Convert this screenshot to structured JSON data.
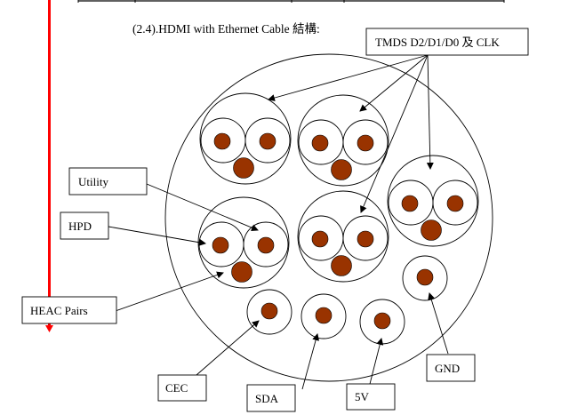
{
  "heading": "(2.4).HDMI with Ethernet Cable 結構:",
  "colors": {
    "conductor": "#993300",
    "outline": "#000000",
    "margin_line": "#ff0000"
  },
  "labels": {
    "tmds": "TMDS D2/D1/D0 及 CLK",
    "utility": "Utility",
    "hpd": "HPD",
    "heac_pairs": "HEAC Pairs",
    "cec": "CEC",
    "sda": "SDA",
    "five_v": "5V",
    "gnd": "GND"
  },
  "cable": {
    "name": "HDMI with Ethernet Cable",
    "shielded_pair_bundles": [
      {
        "id": "tmds-1",
        "group": "TMDS D2/D1/D0 及 CLK"
      },
      {
        "id": "tmds-2",
        "group": "TMDS D2/D1/D0 及 CLK"
      },
      {
        "id": "tmds-3",
        "group": "TMDS D2/D1/D0 及 CLK"
      },
      {
        "id": "tmds-4",
        "group": "TMDS D2/D1/D0 及 CLK"
      },
      {
        "id": "heac-utility-hpd",
        "group": "HEAC Pairs / Utility / HPD"
      }
    ],
    "single_conductors": [
      "CEC",
      "SDA",
      "5V",
      "GND"
    ]
  }
}
